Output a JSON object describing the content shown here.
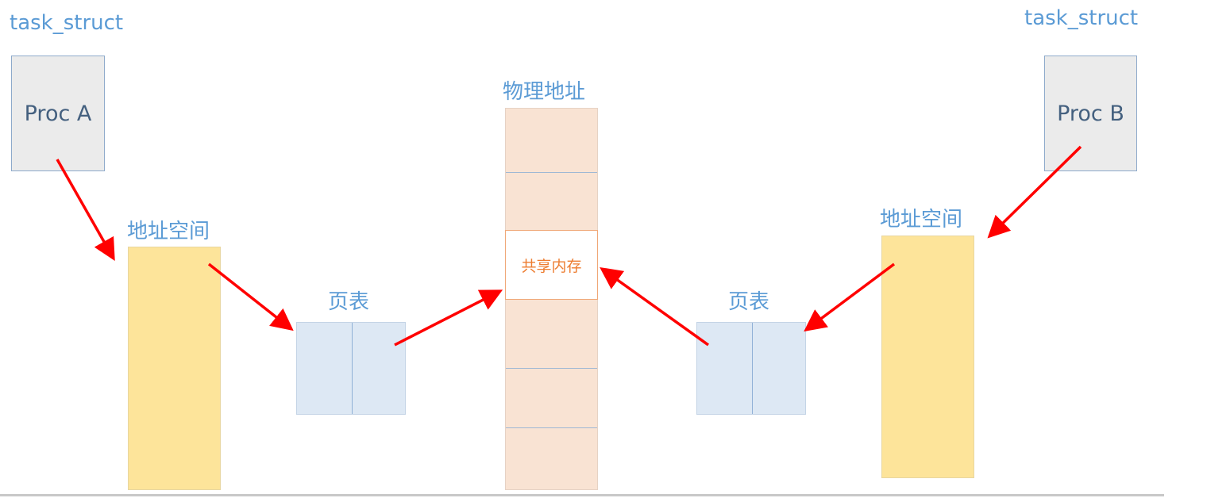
{
  "left": {
    "struct_label": "task_struct",
    "proc": "Proc A",
    "address_space_label": "地址空间",
    "page_table_label": "页表"
  },
  "right": {
    "struct_label": "task_struct",
    "proc": "Proc B",
    "address_space_label": "地址空间",
    "page_table_label": "页表"
  },
  "physical": {
    "label": "物理地址",
    "shared_memory": "共享内存"
  },
  "colors": {
    "arrow": "#ff0000",
    "label": "#5b9bd5",
    "shared_text": "#ed7d31"
  }
}
